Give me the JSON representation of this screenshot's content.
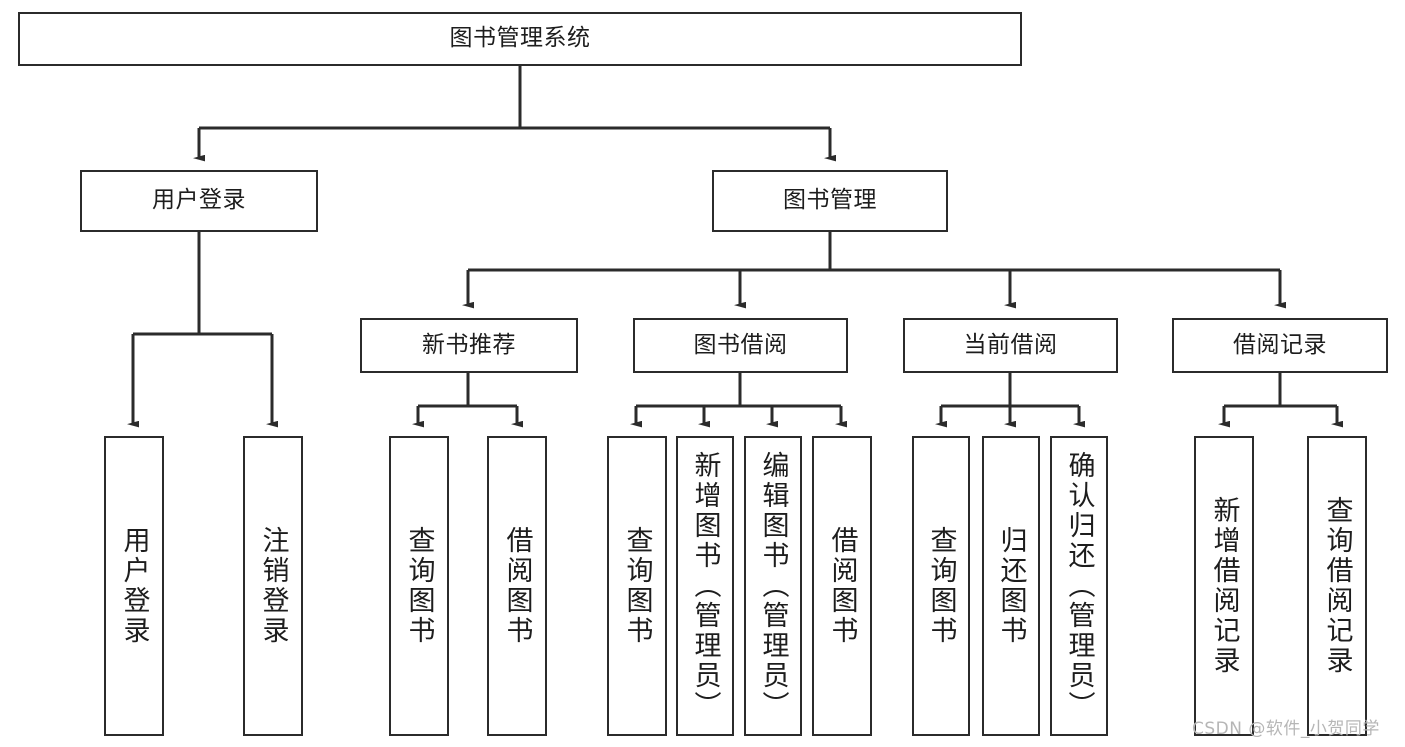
{
  "diagram": {
    "title": "图书管理系统",
    "type": "tree",
    "watermark": "CSDN @软件_小贺同学",
    "colors": {
      "node_border": "#2b2b2b",
      "node_fill": "#ffffff",
      "edge": "#2b2b2b",
      "text": "#1d1d1d",
      "background": "#ffffff",
      "watermark": "#b6b6b6"
    },
    "nodes": {
      "root": {
        "label": "图书管理系统"
      },
      "level2": [
        {
          "label": "用户登录"
        },
        {
          "label": "图书管理"
        }
      ],
      "level3": [
        {
          "label": "新书推荐"
        },
        {
          "label": "图书借阅"
        },
        {
          "label": "当前借阅"
        },
        {
          "label": "借阅记录"
        }
      ],
      "leaves": {
        "user_login": [
          {
            "label": "用户登录"
          },
          {
            "label": "注销登录"
          }
        ],
        "new_book_recommend": [
          {
            "label": "查询图书"
          },
          {
            "label": "借阅图书"
          }
        ],
        "book_borrow": [
          {
            "label": "查询图书"
          },
          {
            "label": "新增图书（管理员）"
          },
          {
            "label": "编辑图书（管理员）"
          },
          {
            "label": "借阅图书"
          }
        ],
        "current_borrow": [
          {
            "label": "查询图书"
          },
          {
            "label": "归还图书"
          },
          {
            "label": "确认归还（管理员）"
          }
        ],
        "borrow_record": [
          {
            "label": "新增借阅记录"
          },
          {
            "label": "查询借阅记录"
          }
        ]
      }
    }
  }
}
